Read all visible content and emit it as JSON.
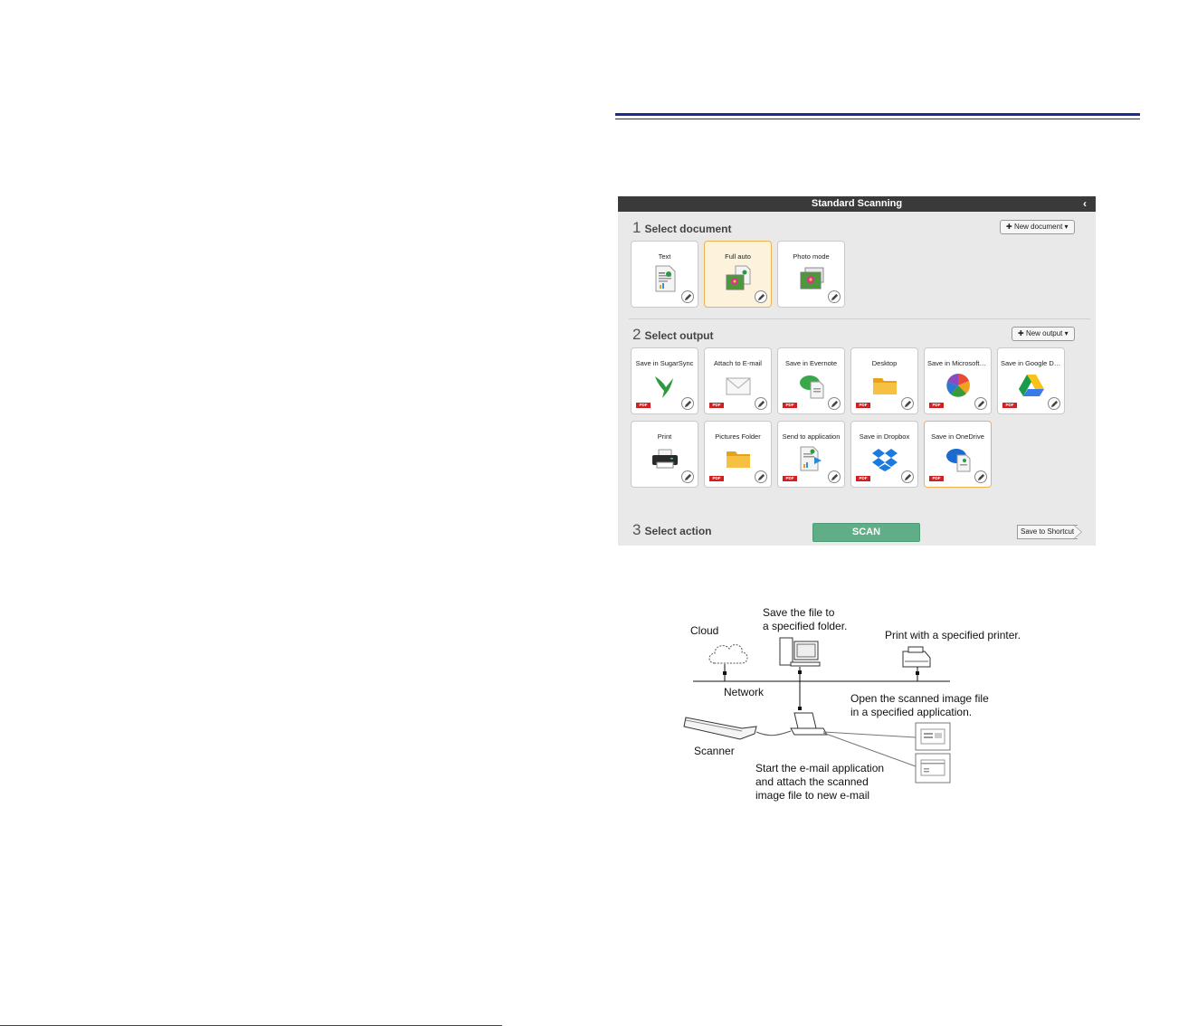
{
  "window": {
    "title": "Standard Scanning",
    "back_icon": "chevron-left-icon"
  },
  "select_document": {
    "number": "1",
    "title": "Select document",
    "new_button": "New document",
    "items": [
      {
        "label": "Text",
        "icon": "text-document-icon",
        "selected": false
      },
      {
        "label": "Full auto",
        "icon": "full-auto-icon",
        "selected": true
      },
      {
        "label": "Photo mode",
        "icon": "photo-mode-icon",
        "selected": false
      }
    ]
  },
  "select_output": {
    "number": "2",
    "title": "Select output",
    "new_button": "New output",
    "items": [
      {
        "label": "Save in SugarSync",
        "icon": "sugarsync-icon",
        "pdf": true,
        "selected": false
      },
      {
        "label": "Attach to E-mail",
        "icon": "email-envelope-icon",
        "pdf": true,
        "selected": false
      },
      {
        "label": "Save in Evernote",
        "icon": "evernote-icon",
        "pdf": true,
        "selected": false
      },
      {
        "label": "Desktop",
        "icon": "folder-icon",
        "pdf": true,
        "selected": false
      },
      {
        "label": "Save in Microsoft S...",
        "icon": "sharepoint-icon",
        "pdf": true,
        "selected": false
      },
      {
        "label": "Save in Google Dri...",
        "icon": "google-drive-icon",
        "pdf": true,
        "selected": false
      },
      {
        "label": "Print",
        "icon": "printer-icon",
        "pdf": false,
        "selected": false
      },
      {
        "label": "Pictures Folder",
        "icon": "pictures-folder-icon",
        "pdf": true,
        "selected": false
      },
      {
        "label": "Send to application",
        "icon": "send-to-application-icon",
        "pdf": true,
        "selected": false
      },
      {
        "label": "Save in Dropbox",
        "icon": "dropbox-icon",
        "pdf": true,
        "selected": false
      },
      {
        "label": "Save in OneDrive",
        "icon": "onedrive-icon",
        "pdf": true,
        "selected": true
      }
    ]
  },
  "select_action": {
    "number": "3",
    "title": "Select action",
    "scan_button": "SCAN",
    "shortcut_button": "Save to Shortcut"
  },
  "pdf_badge": "PDF",
  "diagram": {
    "cloud": "Cloud",
    "folder_line1": "Save the file to",
    "folder_line2": "a specified folder.",
    "printer": "Print with a specified printer.",
    "network": "Network",
    "app_line1": "Open the scanned image file",
    "app_line2": "in a specified application.",
    "scanner": "Scanner",
    "email_line1": "Start the e-mail application",
    "email_line2": "and attach the scanned",
    "email_line3": "image file to new e-mail"
  },
  "colors": {
    "rule": "#1d2a8e",
    "titlebar": "#3a3a3a",
    "scan_button": "#5fae87",
    "selected_tile": "#fdf3dc",
    "selected_border": "#f0b14a",
    "pdf_badge": "#d21f1f"
  }
}
